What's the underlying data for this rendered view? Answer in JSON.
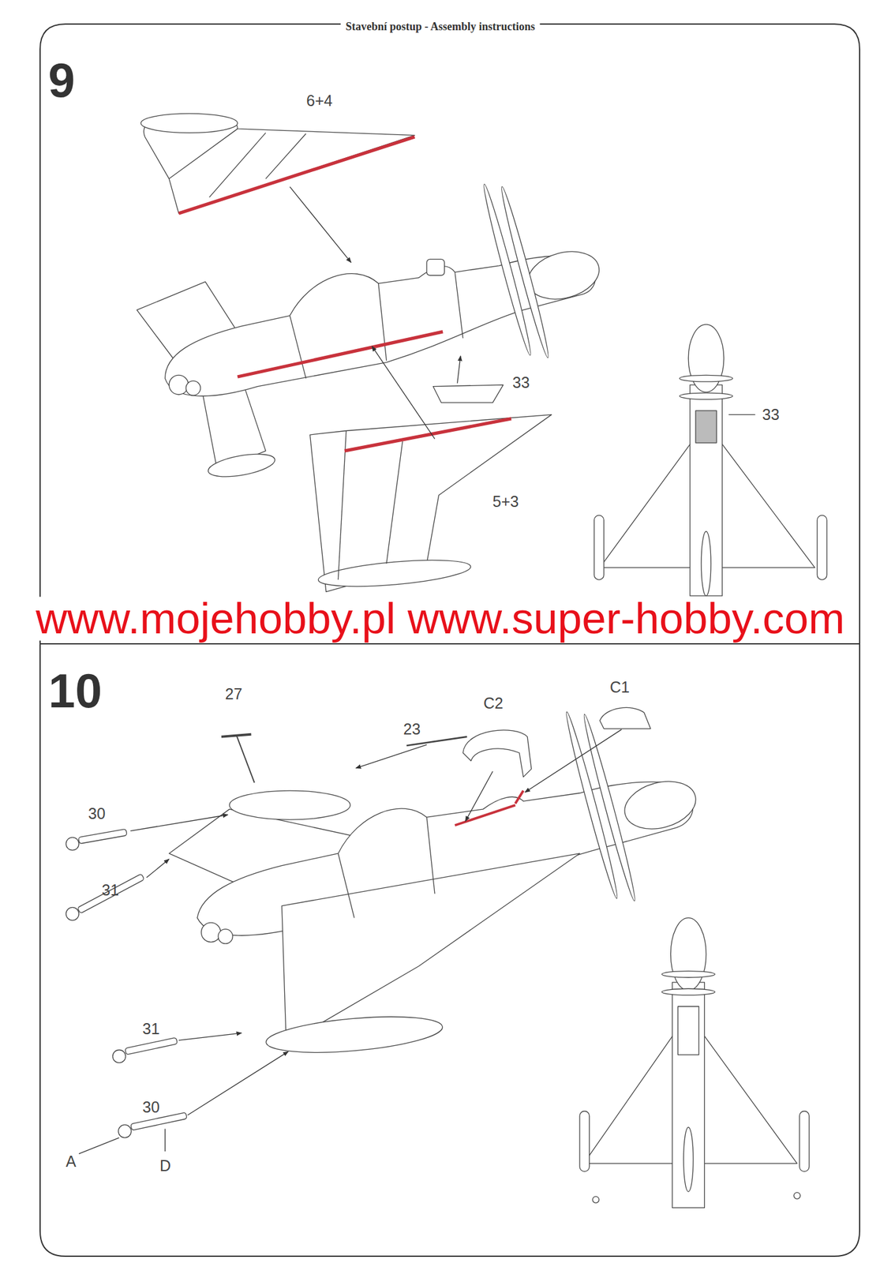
{
  "diagram": {
    "title": "Stavební postup - Assembly instructions",
    "labels": [
      "9",
      "6+4",
      "33",
      "5+3",
      "33",
      "www.mojehobby.pl www.super-hobby.com",
      "10",
      "27",
      "23",
      "C2",
      "C1",
      "30",
      "31",
      "31",
      "30",
      "A",
      "D"
    ]
  }
}
